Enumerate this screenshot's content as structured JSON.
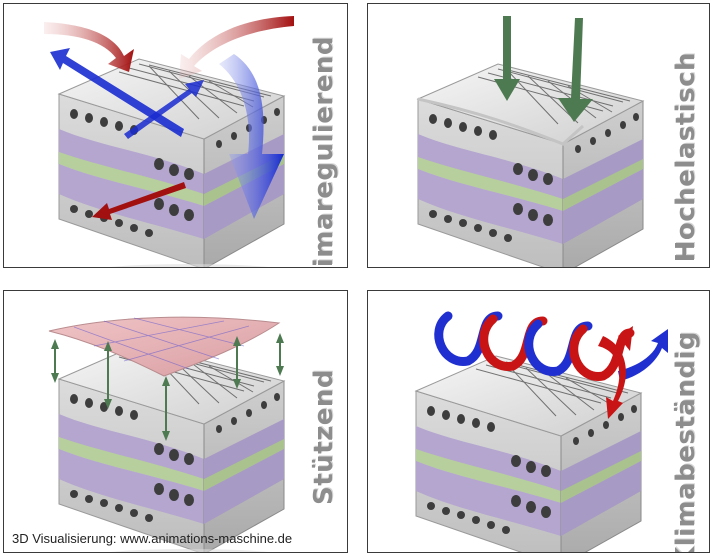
{
  "panels": [
    {
      "label": "Klimaregulierend"
    },
    {
      "label": "Hochelastisch"
    },
    {
      "label": "Stützend"
    },
    {
      "label": "Klimabeständig"
    }
  ],
  "credit": "3D Visualisierung: www.animations-maschine.de",
  "colors": {
    "border": "#3a3a3a",
    "label": "#8d8d8d",
    "foam_top": "#e6e6e6",
    "layer_purple": "#b4a6cf",
    "layer_green": "#b7cf9c",
    "layer_grey": "#c9c9c9",
    "arrow_red": "#b01515",
    "arrow_blue": "#1a2cd0",
    "arrow_green": "#4e7a52",
    "sheet_pink": "#e3b0b3"
  }
}
